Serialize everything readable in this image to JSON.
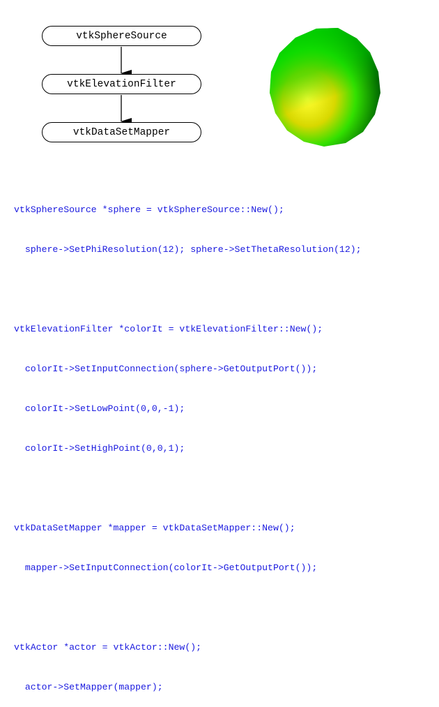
{
  "pipeline": {
    "nodes": [
      "vtkSphereSource",
      "vtkElevationFilter",
      "vtkDataSetMapper"
    ]
  },
  "render": {
    "object": "sphere",
    "colors": {
      "top": "#00dd00",
      "mid": "#33e000",
      "bottom": "#d8d800",
      "edge": "#006600"
    }
  },
  "code": {
    "color": "#1a1adf",
    "lines": [
      "vtkSphereSource *sphere = vtkSphereSource::New();",
      "  sphere->SetPhiResolution(12); sphere->SetThetaResolution(12);",
      "",
      "vtkElevationFilter *colorIt = vtkElevationFilter::New();",
      "  colorIt->SetInputConnection(sphere->GetOutputPort());",
      "  colorIt->SetLowPoint(0,0,-1);",
      "  colorIt->SetHighPoint(0,0,1);",
      "",
      "vtkDataSetMapper *mapper = vtkDataSetMapper::New();",
      "  mapper->SetInputConnection(colorIt->GetOutputPort());",
      "",
      "vtkActor *actor = vtkActor::New();",
      "  actor->SetMapper(mapper);"
    ]
  }
}
